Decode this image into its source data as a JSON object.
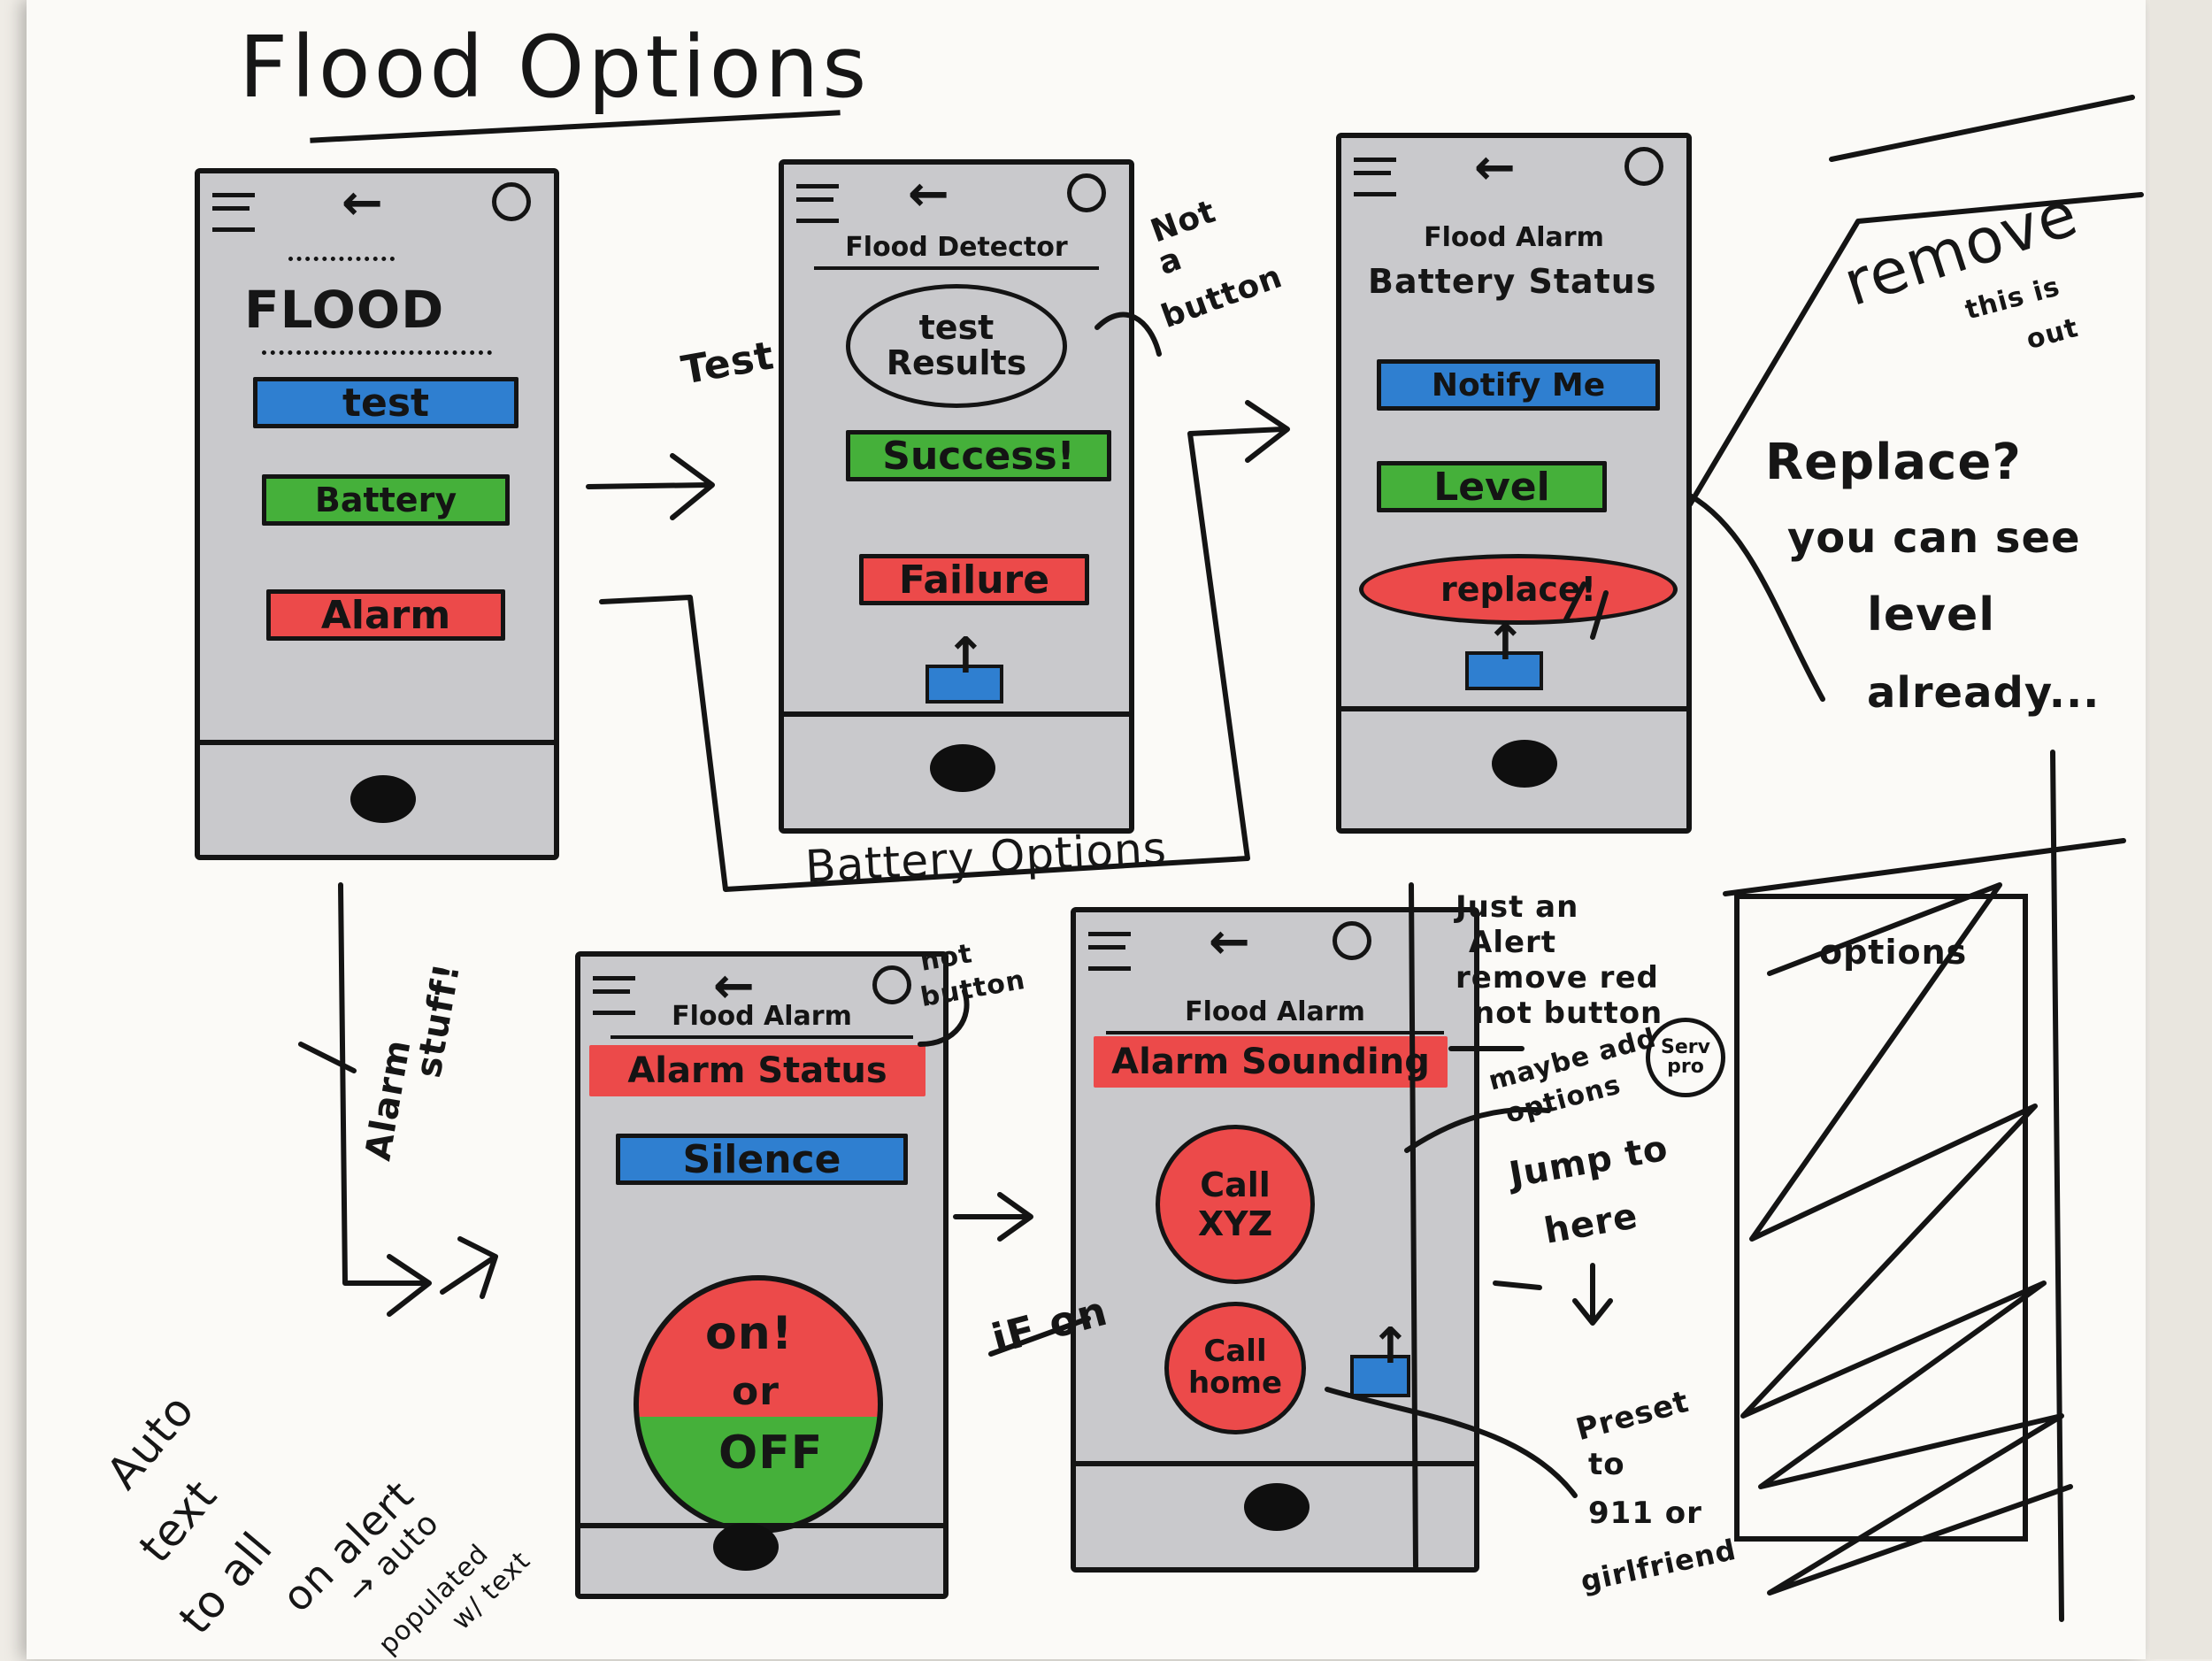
{
  "title": "Flood Options",
  "screens": [
    {
      "id": "flood-home",
      "heading": "FLOOD",
      "buttons": [
        {
          "label": "test",
          "color": "#2f7fd0"
        },
        {
          "label": "Battery",
          "color": "#45b03a"
        },
        {
          "label": "Alarm",
          "color": "#ec4a4a"
        }
      ]
    },
    {
      "id": "test-results",
      "header": "Flood Detector",
      "oval_label_line1": "test",
      "oval_label_line2": "Results",
      "buttons": [
        {
          "label": "Success!",
          "color": "#45b03a"
        },
        {
          "label": "Failure",
          "color": "#ec4a4a"
        }
      ]
    },
    {
      "id": "battery-status",
      "header": "Flood Alarm",
      "subheader": "Battery Status",
      "buttons": [
        {
          "label": "Notify Me",
          "color": "#2f7fd0"
        },
        {
          "label": "Level",
          "color": "#45b03a"
        },
        {
          "label": "replace!",
          "color": "#ec4a4a"
        }
      ]
    },
    {
      "id": "alarm-status",
      "header": "Flood Alarm",
      "banner": "Alarm Status",
      "buttons": [
        {
          "label": "Silence",
          "color": "#2f7fd0"
        }
      ],
      "toggle_on": "on!",
      "toggle_or": "or",
      "toggle_off": "OFF"
    },
    {
      "id": "alarm-sounding",
      "header": "Flood Alarm",
      "banner": "Alarm Sounding",
      "call_xyz": "Call XYZ",
      "call_home_line1": "Call",
      "call_home_line2": "home"
    },
    {
      "id": "options",
      "header": "options"
    }
  ],
  "annotations": {
    "test_arrow": "Test",
    "not_a_button_1": "Not",
    "not_a_button_2": "a",
    "not_a_button_3": "button",
    "remove": "remove",
    "this_is_out_1": "this is",
    "this_is_out_2": "out",
    "replace_1": "Replace?",
    "replace_2": "you can see",
    "replace_3": "level",
    "replace_4": "already...",
    "battery_options": "Battery Options",
    "alarm_stuff_1": "Alarm",
    "alarm_stuff_2": "stuff!",
    "not_button_1": "not",
    "not_button_2": "button",
    "just_alert_1": "Just an",
    "just_alert_2": "Alert",
    "just_alert_3": "remove red",
    "just_alert_4": "not button",
    "maybe_add_1": "maybe add",
    "maybe_add_2": "options",
    "serv_pro_1": "Serv",
    "serv_pro_2": "pro",
    "jump_to_1": "Jump to",
    "jump_to_2": "here",
    "if_on": "iF on",
    "preset_1": "Preset",
    "preset_2": "to",
    "preset_3": "911 or",
    "preset_4": "girlfriend",
    "auto_text_1": "Auto",
    "auto_text_2": "text",
    "auto_text_3": "to all",
    "auto_text_4": "on alert",
    "auto_text_5": "→ auto",
    "auto_text_6": "populated",
    "auto_text_7": "w/ text"
  }
}
